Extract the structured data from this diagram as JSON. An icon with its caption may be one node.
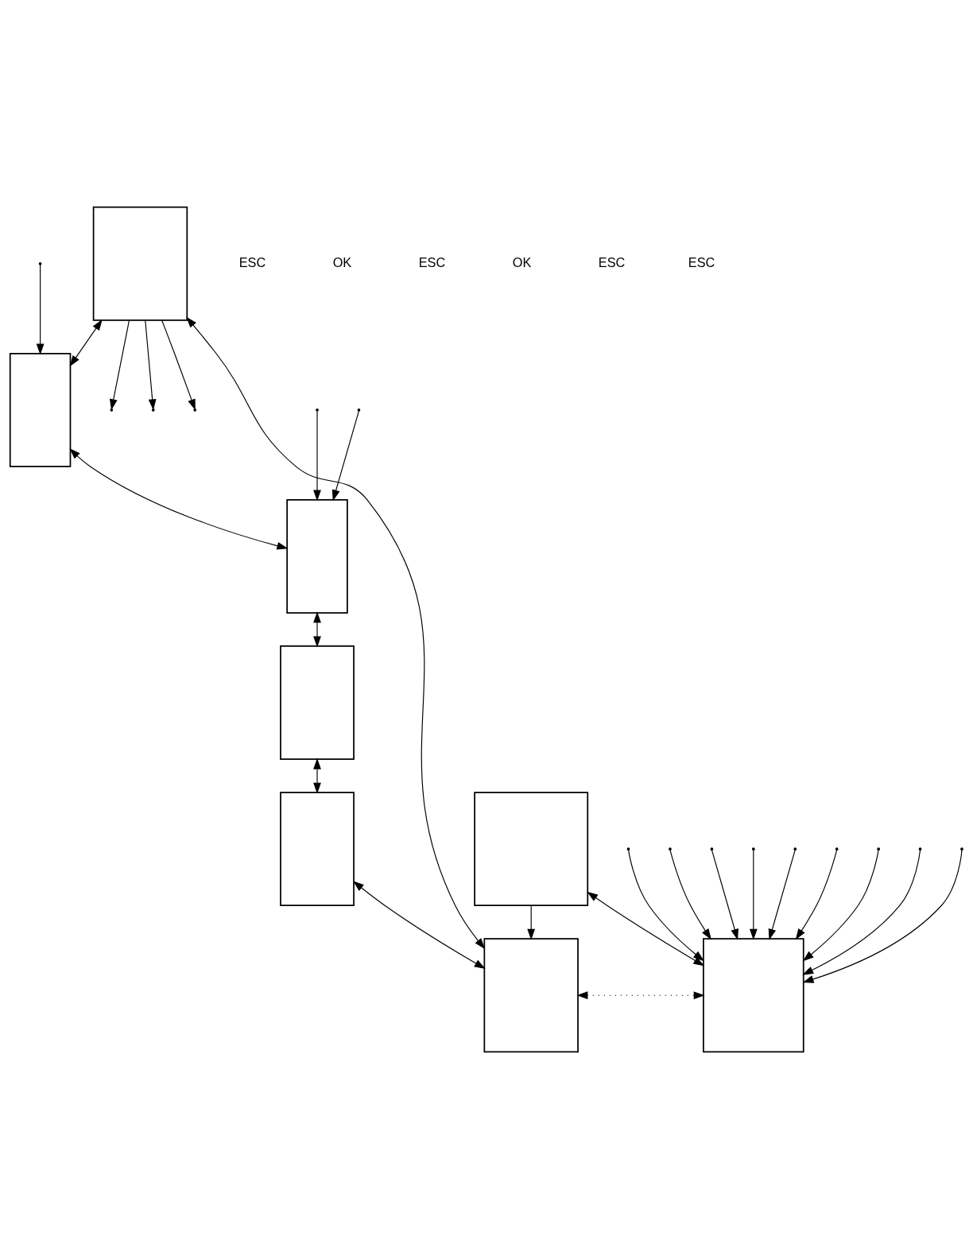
{
  "diagram": {
    "nodes": [
      {
        "text": [],
        "shape": "box"
      },
      {
        "text": [],
        "shape": "box"
      },
      {
        "text": [],
        "shape": "box"
      },
      {
        "text": [],
        "shape": "box"
      },
      {
        "text": [],
        "shape": "box"
      },
      {
        "text": [],
        "shape": "box"
      },
      {
        "text": [],
        "shape": "box"
      },
      {
        "text": [],
        "shape": "box"
      }
    ],
    "edges": [
      {
        "from": 0,
        "to": 1,
        "arrow": "both"
      },
      {
        "from": 1,
        "to": 2,
        "arrow": "both"
      },
      {
        "from": 2,
        "to": 3,
        "arrow": "both"
      },
      {
        "from": 3,
        "to": 4,
        "arrow": "both"
      },
      {
        "from": 4,
        "to": 5,
        "arrow": "both"
      },
      {
        "from": 5,
        "to": 0,
        "arrow": "both"
      },
      {
        "from": 6,
        "to": 7,
        "arrow": "both"
      },
      {
        "from": 6,
        "to": 5,
        "arrow": "to"
      },
      {
        "from": 5,
        "to": 7,
        "arrow": "both",
        "style": "dashed"
      },
      {
        "from": 0,
        "to": null,
        "arrow": "to"
      },
      {
        "from": 0,
        "to": null,
        "arrow": "to"
      },
      {
        "from": 0,
        "to": null,
        "arrow": "to"
      },
      {
        "from": null,
        "to": 1,
        "arrow": "to"
      },
      {
        "from": null,
        "to": 2,
        "arrow": "to"
      },
      {
        "from": null,
        "to": 2,
        "arrow": "to"
      },
      {
        "from": null,
        "to": 7,
        "arrow": "to"
      },
      {
        "from": null,
        "to": 7,
        "arrow": "to"
      },
      {
        "from": null,
        "to": 7,
        "arrow": "to"
      },
      {
        "from": null,
        "to": 7,
        "arrow": "to"
      },
      {
        "from": null,
        "to": 7,
        "arrow": "to"
      },
      {
        "from": null,
        "to": 7,
        "arrow": "to"
      },
      {
        "from": null,
        "to": 7,
        "arrow": "to"
      },
      {
        "from": null,
        "to": 7,
        "arrow": "to"
      },
      {
        "from": null,
        "to": 7,
        "arrow": "to"
      }
    ],
    "labels": [
      "ESC",
      "OK",
      "ESC",
      "OK",
      "ESC",
      "ESC"
    ]
  }
}
